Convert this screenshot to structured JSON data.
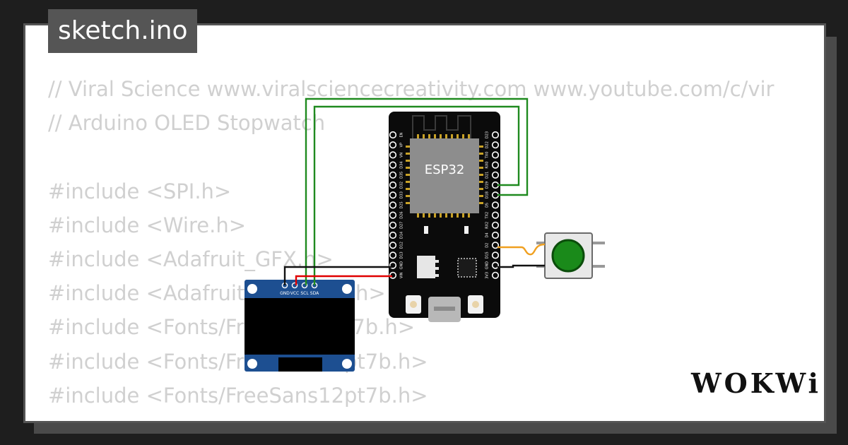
{
  "tab": {
    "label": "sketch.ino"
  },
  "code_lines": [
    "// Viral Science www.viralsciencecreativity.com www.youtube.com/c/vir",
    "// Arduino OLED Stopwatch",
    "",
    "#include <SPI.h>",
    "#include <Wire.h>",
    "#include <Adafruit_GFX.h>",
    "#include <Adafruit_SSD1306.h>",
    "#include <Fonts/FreeSans9pt7b.h>",
    "#include <Fonts/FreeSans12pt7b.h>",
    "#include <Fonts/FreeSans12pt7b.h>"
  ],
  "esp32": {
    "chip_label": "ESP32",
    "left_pins": [
      "EN",
      "VP",
      "VN",
      "D34",
      "D35",
      "D32",
      "D33",
      "D25",
      "D26",
      "D27",
      "D14",
      "D12",
      "D13",
      "GND",
      "VIN"
    ],
    "right_pins": [
      "D23",
      "D22",
      "TX0",
      "RX0",
      "D21",
      "D19",
      "D18",
      "D5",
      "TX2",
      "RX2",
      "D4",
      "D2",
      "D15",
      "GND",
      "3V3"
    ]
  },
  "oled": {
    "pins": [
      "GND",
      "VCC",
      "SCL",
      "SDA"
    ]
  },
  "logo": {
    "text": "WOKWi"
  },
  "colors": {
    "wire_green": "#1f8a1f",
    "wire_red": "#e00000",
    "wire_black": "#111111",
    "wire_orange": "#f0a020",
    "button_green": "#1a8a1a",
    "oled_blue": "#1d4f91"
  }
}
